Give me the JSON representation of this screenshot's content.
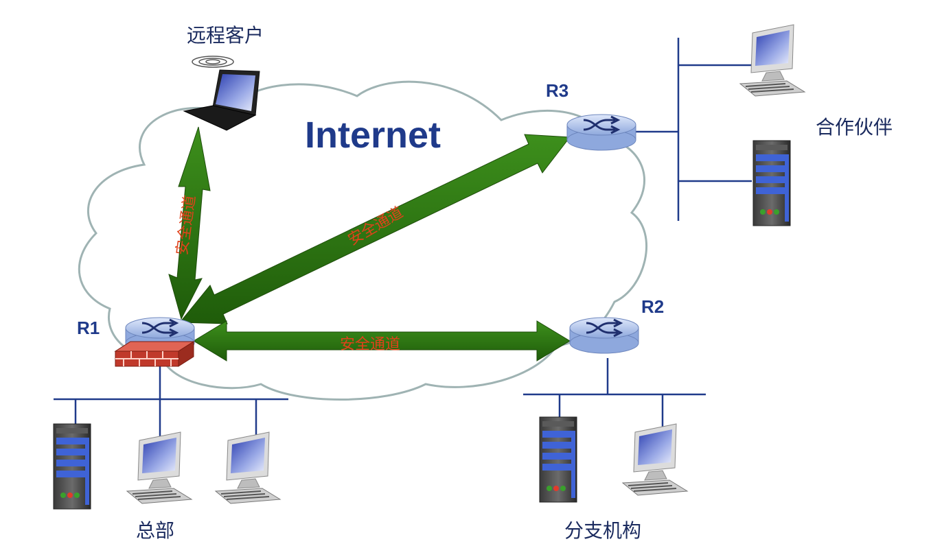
{
  "cloud_label": "Internet",
  "nodes": {
    "remote_client": "远程客户",
    "partner": "合作伙伴",
    "headquarters": "总部",
    "branch": "分支机构"
  },
  "routers": {
    "r1": "R1",
    "r2": "R2",
    "r3": "R3"
  },
  "tunnels": {
    "r1_remote": "安全通道",
    "r1_r3": "安全通道",
    "r1_r2": "安全通道"
  },
  "colors": {
    "cloud_stroke": "#9fb3b3",
    "tunnel_arrow": "#2e7a12",
    "tunnel_text": "#e0421b",
    "link_line": "#1f3a8a",
    "router": "#a8bde8",
    "firewall": "#c0392b"
  }
}
